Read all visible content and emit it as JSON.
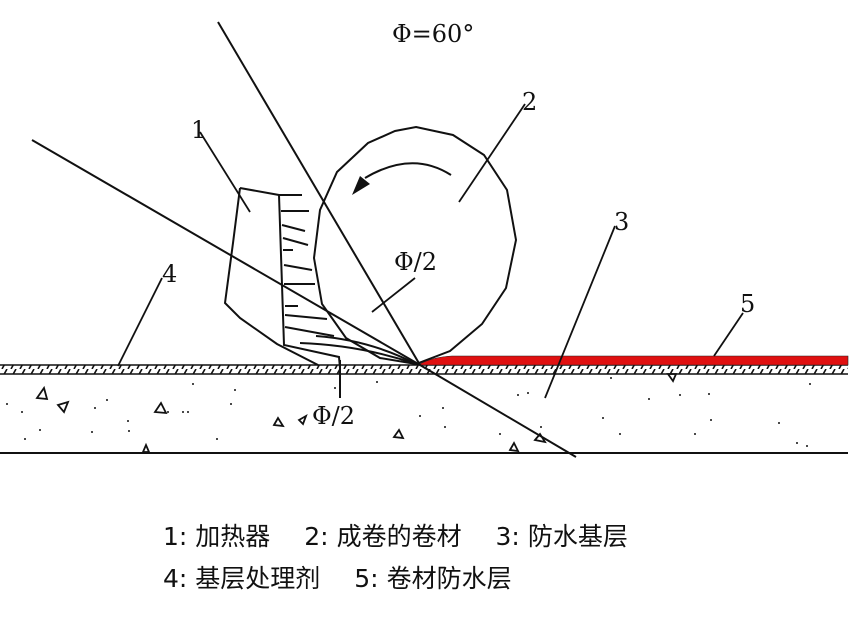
{
  "title": "Φ=60°",
  "angle_labels": {
    "upper": "Φ/2",
    "lower": "Φ/2"
  },
  "callouts": [
    {
      "id": "1",
      "text": "1"
    },
    {
      "id": "2",
      "text": "2"
    },
    {
      "id": "3",
      "text": "3"
    },
    {
      "id": "4",
      "text": "4"
    },
    {
      "id": "5",
      "text": "5"
    }
  ],
  "legend": {
    "row1": [
      {
        "num": "1:",
        "label": "加热器"
      },
      {
        "num": "2:",
        "label": "成卷的卷材"
      },
      {
        "num": "3:",
        "label": "防水基层"
      }
    ],
    "row2": [
      {
        "num": "4:",
        "label": "基层处理剂"
      },
      {
        "num": "5:",
        "label": "卷材防水层"
      }
    ]
  },
  "colors": {
    "line": "#111111",
    "membrane": "#e01010",
    "background": "#ffffff"
  }
}
